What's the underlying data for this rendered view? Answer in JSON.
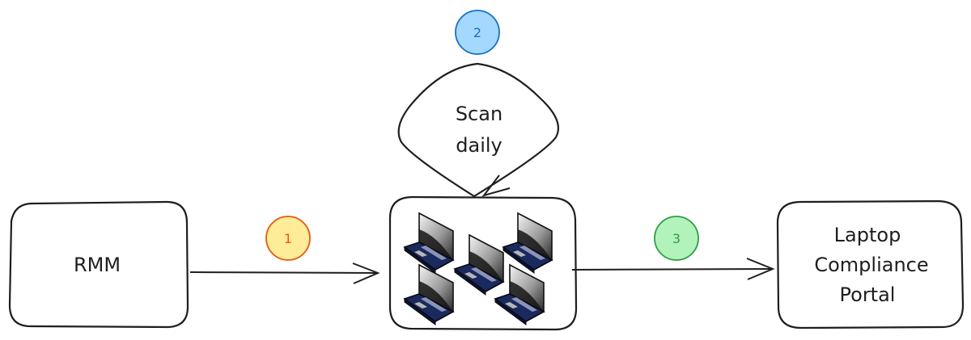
{
  "diagram": {
    "nodes": {
      "rmm": {
        "label": "RMM"
      },
      "scan": {
        "lines": [
          "Scan",
          "daily"
        ]
      },
      "laptops": {
        "icon": "laptop-icon",
        "count": 5
      },
      "portal": {
        "lines": [
          "Laptop",
          "Compliance",
          "Portal"
        ]
      }
    },
    "badges": [
      {
        "text": "1",
        "fill": "#ffec99",
        "stroke": "#e8590c",
        "text_color": "#e8590c"
      },
      {
        "text": "2",
        "fill": "#a5d8ff",
        "stroke": "#1971c2",
        "text_color": "#1971c2"
      },
      {
        "text": "3",
        "fill": "#b2f2bb",
        "stroke": "#2f9e44",
        "text_color": "#2f9e44"
      }
    ],
    "edges": [
      {
        "from": "rmm",
        "to": "laptops",
        "badge": "1"
      },
      {
        "from": "scan",
        "to": "laptops",
        "badge": "2"
      },
      {
        "from": "laptops",
        "to": "portal",
        "badge": "3"
      }
    ],
    "colors": {
      "stroke": "#1e1e1e",
      "laptop_base": "#1a2a5e",
      "laptop_key": "#8a93b8"
    }
  }
}
